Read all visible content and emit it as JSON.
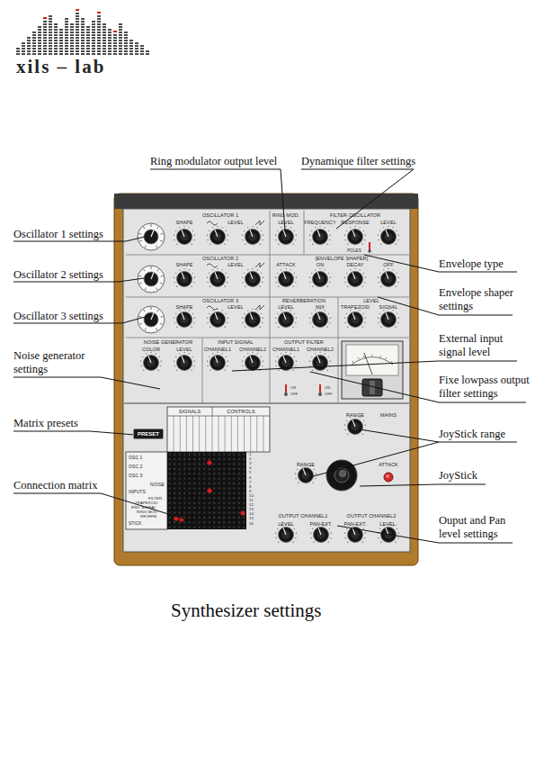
{
  "diagram": {
    "caption": "Synthesizer settings",
    "nodes": [
      {
        "text": [
          "PRESET"
        ]
      }
    ],
    "labels": [
      "xils – lab",
      "Ring modulator output level",
      "Dynamique filter settings",
      "Oscillator 1 settings",
      "Oscillator 2 settings",
      "Oscillator 3 settings",
      "Noise generator settings",
      "Matrix presets",
      "Connection matrix",
      "Envelope type",
      "Envelope shaper settings",
      "External input signal level",
      "Fixe lowpass output filter settings",
      "JoyStick range",
      "JoyStick",
      "Ouput and Pan level settings",
      "OSCILLATOR 1",
      "SHAPE",
      "LEVEL",
      "RING MOD.",
      "LEVEL",
      "FILTER OSCILLATOR",
      "FREQUENCY",
      "RESPONSE",
      "LEVEL",
      "POLES",
      "OSCILLATOR 2",
      "SHAPE",
      "LEVEL",
      "[ENVELOPE SHAPER]",
      "ATTACK",
      "ON",
      "DECAY",
      "OFF",
      "OSCILLATOR 3",
      "SHAPE",
      "LEVEL",
      "REVERBERATION",
      "LEVEL",
      "MIX",
      "LEVEL",
      "TRAPEZOID",
      "SIGNAL",
      "NOISE GENERATOR",
      "COLOR",
      "LEVEL",
      "INPUT SIGNAL",
      "CHANNEL1",
      "CHANNEL2",
      "OUTPUT FILTER",
      "CHANNEL1",
      "CHANNEL2",
      "ON",
      "OFF",
      "ON",
      "OFF",
      "SIGNALS",
      "CONTROLS",
      "OSC 1",
      "OSC 2",
      "OSC 3",
      "NOISE",
      "INPUTS",
      "FILTER",
      "TRAPEZOID",
      "ENV. SIGNAL",
      "RING MOD",
      "REVERB",
      "STICK",
      "1",
      "2",
      "3",
      "4",
      "5",
      "6",
      "7",
      "8",
      "9",
      "10",
      "11",
      "12",
      "13",
      "14",
      "15",
      "16",
      "RANGE",
      "MAINS",
      "RANGE",
      "ATTACK",
      "OUTPUT CHANNEL1",
      "LEVEL",
      "PAN EXT.",
      "OUTPUT CHANNEL2",
      "PAN EXT.",
      "LEVEL."
    ]
  }
}
